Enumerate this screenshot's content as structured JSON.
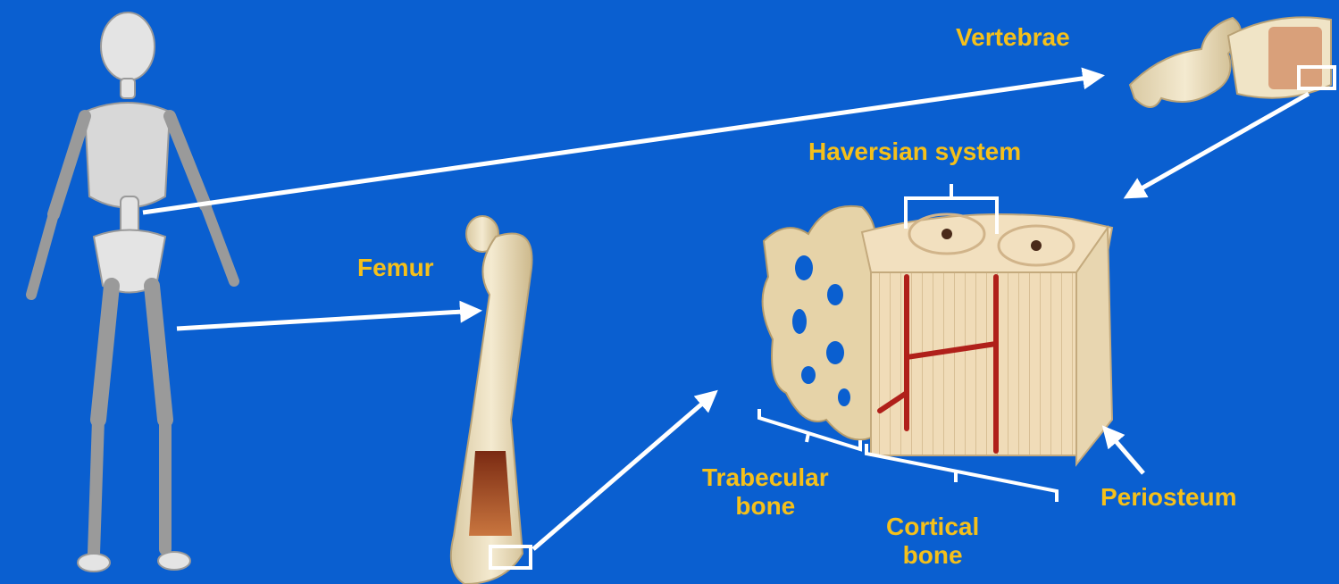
{
  "labels": {
    "vertebrae": "Vertebrae",
    "haversian_system": "Haversian system",
    "femur": "Femur",
    "trabecular_line1": "Trabecular",
    "trabecular_line2": "bone",
    "cortical_line1": "Cortical",
    "cortical_line2": "bone",
    "periosteum": "Periosteum"
  },
  "colors": {
    "background": "#0a5fd0",
    "label": "#f5c01a",
    "arrow": "#ffffff",
    "bone": "#efe3c2",
    "marrow": "#9b3b1e",
    "vessel": "#b0201a"
  },
  "icons": {
    "skeleton": "human-skeleton-icon",
    "vertebra": "vertebra-illustration",
    "femur": "femur-illustration",
    "bone_block": "bone-cross-section-illustration"
  }
}
